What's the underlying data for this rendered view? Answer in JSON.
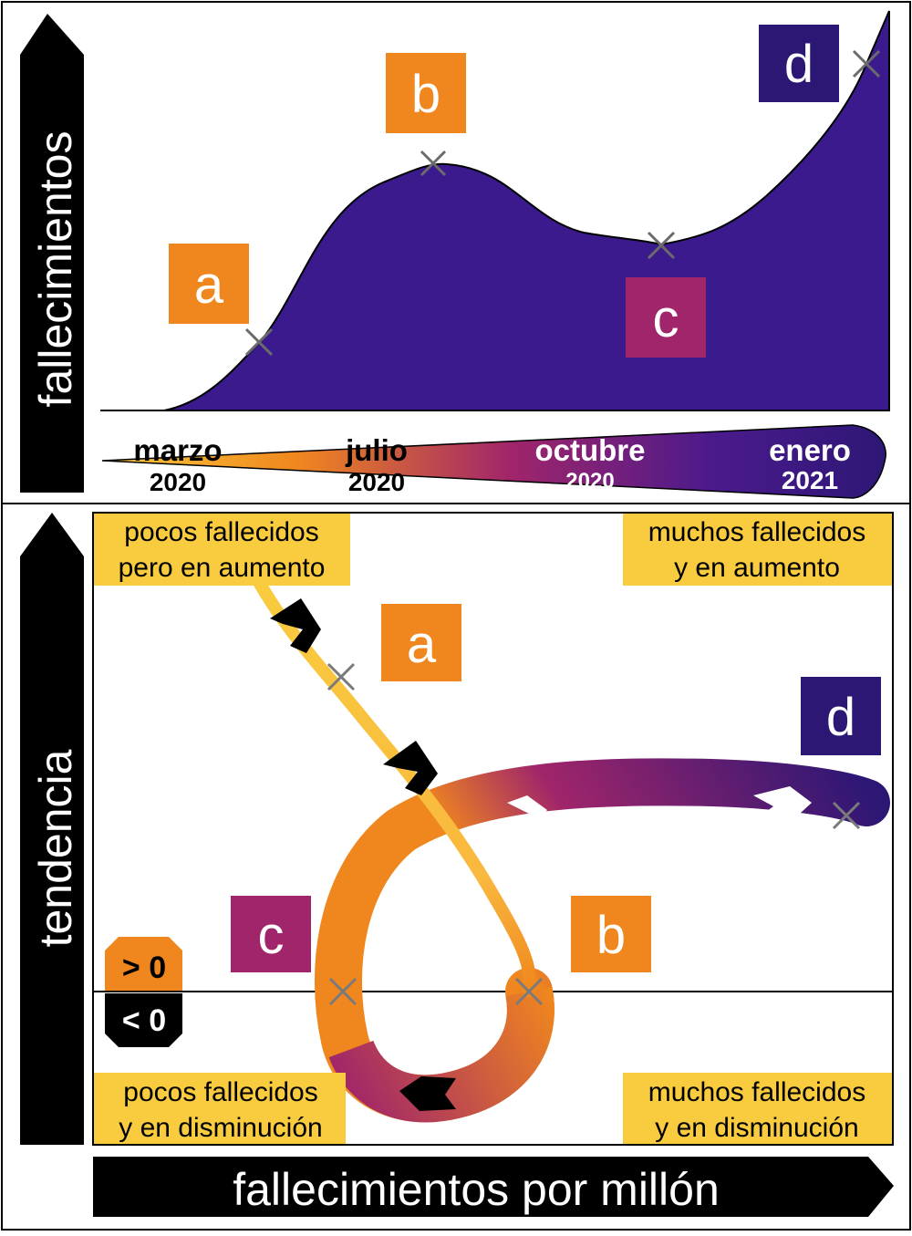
{
  "top_panel": {
    "y_axis_label": "fallecimientos",
    "markers": {
      "a": {
        "label": "a",
        "color": "#F0871E"
      },
      "b": {
        "label": "b",
        "color": "#F0871E"
      },
      "c": {
        "label": "c",
        "color": "#A0256A"
      },
      "d": {
        "label": "d",
        "color": "#2D1775"
      }
    },
    "timeline": [
      {
        "month": "marzo",
        "year": "2020"
      },
      {
        "month": "julio",
        "year": "2020"
      },
      {
        "month": "octubre",
        "year": "2020"
      },
      {
        "month": "enero",
        "year": "2021"
      }
    ],
    "area_color": "#3A1A8C"
  },
  "bottom_panel": {
    "y_axis_label": "tendencia",
    "x_axis_label": "fallecimientos por millón",
    "quadrants": {
      "top_left": [
        "pocos fallecidos",
        "pero en aumento"
      ],
      "top_right": [
        "muchos fallecidos",
        "y en aumento"
      ],
      "bottom_left": [
        "pocos fallecidos",
        "y en disminución"
      ],
      "bottom_right": [
        "muchos fallecidos",
        "y en disminución"
      ]
    },
    "sign_positive": "> 0",
    "sign_negative": "< 0"
  },
  "colors": {
    "yellow": "#F9CB3E",
    "orange": "#F0871E",
    "magenta": "#A0256A",
    "indigo": "#2D1775",
    "black": "#000000"
  }
}
